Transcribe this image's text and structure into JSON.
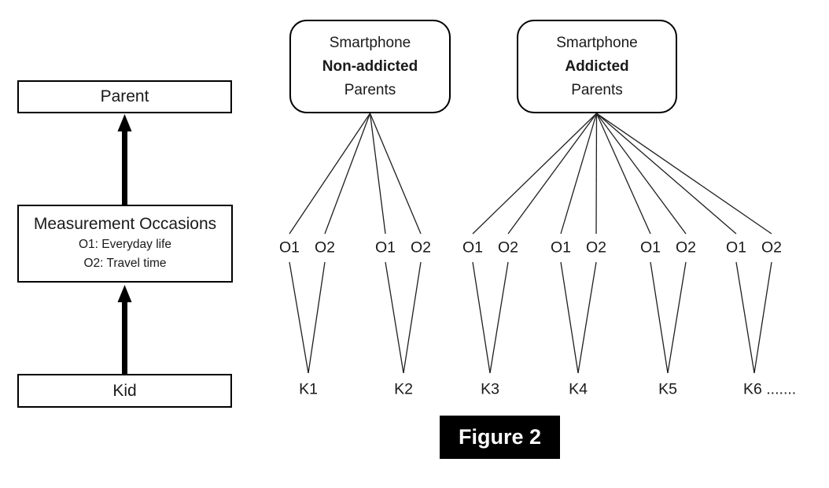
{
  "left_flow": {
    "parent_label": "Parent",
    "measurement_title": "Measurement Occasions",
    "measurement_sub1": "O1: Everyday life",
    "measurement_sub2": "O2: Travel time",
    "kid_label": "Kid"
  },
  "groups": [
    {
      "line1": "Smartphone",
      "line2": "Non-addicted",
      "line3": "Parents"
    },
    {
      "line1": "Smartphone",
      "line2": "Addicted",
      "line3": "Parents"
    }
  ],
  "units": [
    {
      "kid": "K1",
      "occasions": [
        "O1",
        "O2"
      ],
      "group": 0
    },
    {
      "kid": "K2",
      "occasions": [
        "O1",
        "O2"
      ],
      "group": 0
    },
    {
      "kid": "K3",
      "occasions": [
        "O1",
        "O2"
      ],
      "group": 1
    },
    {
      "kid": "K4",
      "occasions": [
        "O1",
        "O2"
      ],
      "group": 1
    },
    {
      "kid": "K5",
      "occasions": [
        "O1",
        "O2"
      ],
      "group": 1
    },
    {
      "kid": "K6 .......",
      "occasions": [
        "O1",
        "O2"
      ],
      "group": 1
    }
  ],
  "caption": "Figure 2",
  "colors": {
    "line": "#1f1f1f",
    "arrow": "#000000",
    "caption_bg": "#000000",
    "caption_text": "#ffffff"
  }
}
